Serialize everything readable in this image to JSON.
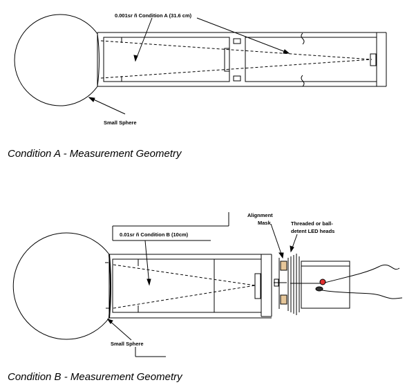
{
  "condition_a": {
    "beam_label": "0.001sr ñ Condition A (31.6 cm)",
    "sphere_label": "Small Sphere",
    "caption": "Condition A - Measurement Geometry"
  },
  "condition_b": {
    "beam_label": "0.01sr ñ Condition B (10cm)",
    "sphere_label": "Small Sphere",
    "mask_label_line1": "Alignment",
    "mask_label_line2": "Mask",
    "led_label_line1": "Threaded or ball-",
    "led_label_line2": "detent LED heads",
    "caption": "Condition B - Measurement Geometry"
  },
  "colors": {
    "line": "#000000",
    "mask": "#e6c79a",
    "led_dot": "#e03030"
  }
}
